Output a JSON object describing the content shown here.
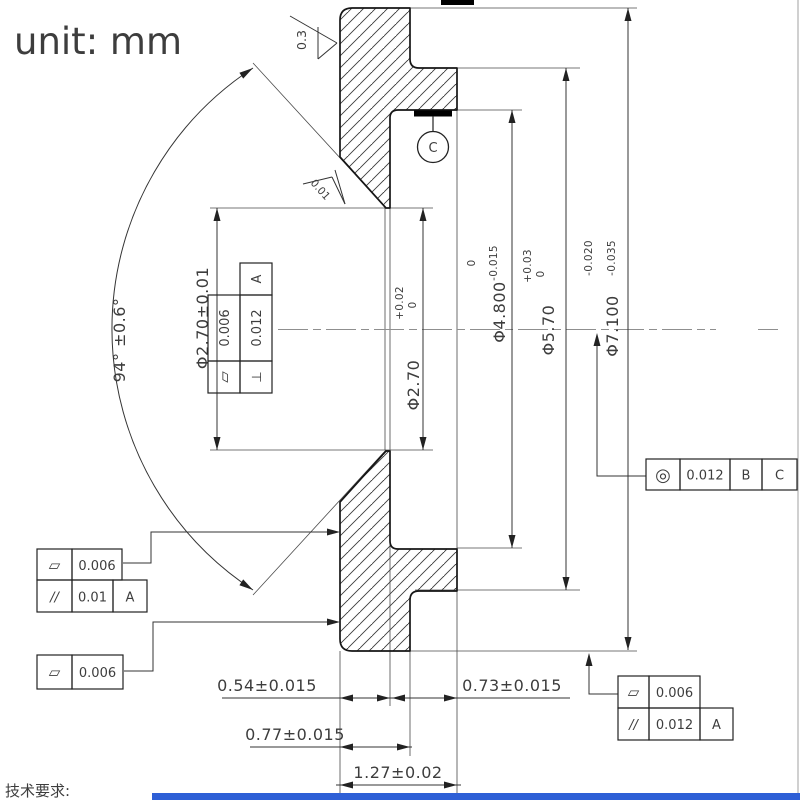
{
  "header": {
    "unit_label": "unit: mm"
  },
  "notes": {
    "tech_requirements": "技术要求:"
  },
  "dimensions": {
    "bore_small_left": {
      "label": "Φ2.70±0.01"
    },
    "bore_small_right": {
      "main": "Φ2.70",
      "tol_upper": "+0.02",
      "tol_lower": "0"
    },
    "bore_mid": {
      "main": "Φ4.800",
      "tol_upper": "0",
      "tol_lower": "-0.015"
    },
    "step_od": {
      "main": "Φ5.70",
      "tol_upper": "+0.03",
      "tol_lower": "0"
    },
    "flange_od": {
      "main": "Φ7.100",
      "tol_upper": "-0.020",
      "tol_lower": "-0.035"
    },
    "cone_angle": {
      "label": "94° ±0.6°"
    },
    "len_web": {
      "label": "0.54±0.015"
    },
    "len_skirt": {
      "label": "0.73±0.015"
    },
    "len_flange": {
      "label": "0.77±0.015"
    },
    "len_total": {
      "label": "1.27±0.02"
    }
  },
  "surface_finish": {
    "top_face": "0.3",
    "cone_face": "0.01"
  },
  "datums": {
    "c_label": "C"
  },
  "feature_frames": {
    "left_top": {
      "row1_sym": "▱",
      "row1_val": "0.006",
      "row2_sym": "//",
      "row2_val": "0.01",
      "row2_ref": "A"
    },
    "left_bottom": {
      "sym": "▱",
      "val": "0.006"
    },
    "mid_rotated": {
      "row1_sym": "▱",
      "row1_val": "0.006",
      "row2_sym": "⊥",
      "row2_val": "0.012",
      "row2_ref": "A"
    },
    "right": {
      "sym": "◎",
      "val": "0.012",
      "ref1": "B",
      "ref2": "C"
    },
    "bottom_right": {
      "row1_sym": "▱",
      "row1_val": "0.006",
      "row2_sym": "//",
      "row2_val": "0.012",
      "row2_ref": "A"
    }
  },
  "colors": {
    "accent_red": "#f54138",
    "line_dark": "#1c1c1c",
    "blue_bar": "#2e5fd6"
  }
}
